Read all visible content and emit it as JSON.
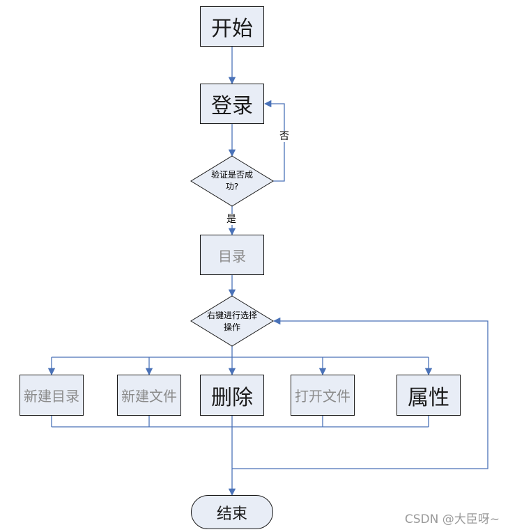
{
  "nodes": {
    "start": "开始",
    "login": "登录",
    "verify_line1": "验证是否成",
    "verify_line2": "功?",
    "directory": "目录",
    "select_line1": "右键进行选择",
    "select_line2": "操作",
    "new_dir": "新建目录",
    "new_file": "新建文件",
    "delete": "删除",
    "open_file": "打开文件",
    "properties": "属性",
    "end": "结束"
  },
  "edges": {
    "no": "否",
    "yes": "是"
  },
  "watermark": "CSDN @大臣呀~",
  "colors": {
    "node_fill": "#e8edf6",
    "node_border": "#1a1a1a",
    "connector": "#4a72b8"
  }
}
